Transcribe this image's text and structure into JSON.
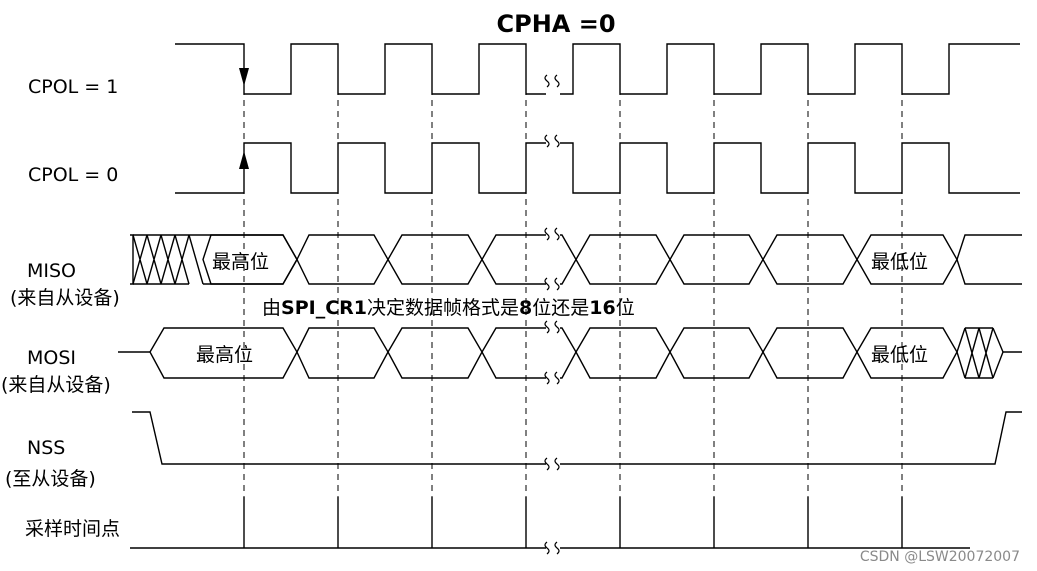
{
  "title": "CPHA =0",
  "rows": {
    "cpol1": "CPOL = 1",
    "cpol0": "CPOL = 0",
    "miso": "MISO",
    "miso_sub": "(来自从设备)",
    "mosi": "MOSI",
    "mosi_sub": "(来自从设备)",
    "nss": "NSS",
    "nss_sub": "(至从设备)",
    "sample": "采样时间点"
  },
  "bit_labels": {
    "msb": "最高位",
    "lsb": "最低位"
  },
  "frame_note": {
    "p1": "由",
    "p2": "SPI_CR1",
    "p3": "决定数据帧格式是",
    "p4": "8",
    "p5": "位还是",
    "p6": "16",
    "p7": "位"
  },
  "watermark": "CSDN @LSW20072007"
}
